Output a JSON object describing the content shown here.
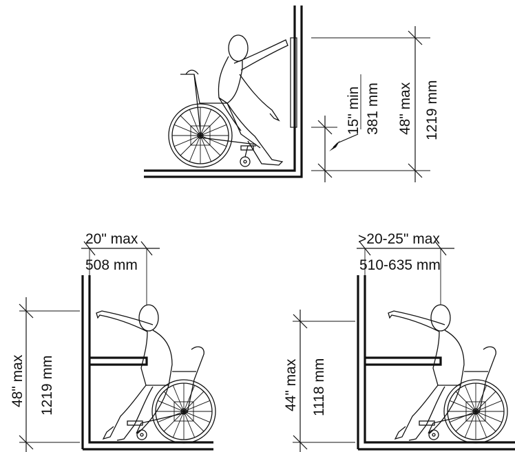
{
  "diagrams": {
    "side_reach": {
      "min_label": "15\" min",
      "min_label_mm": "381 mm",
      "max_label": "48\" max",
      "max_label_mm": "1219 mm"
    },
    "forward_reach_20": {
      "depth_label": "20\" max",
      "depth_label_mm": "508 mm",
      "height_label": "48\" max",
      "height_label_mm": "1219 mm"
    },
    "forward_reach_25": {
      "depth_label": ">20-25\" max",
      "depth_label_mm": "510-635 mm",
      "height_label": "44\" max",
      "height_label_mm": "1118 mm"
    }
  },
  "colors": {
    "ink": "#111111",
    "background": "#ffffff"
  }
}
